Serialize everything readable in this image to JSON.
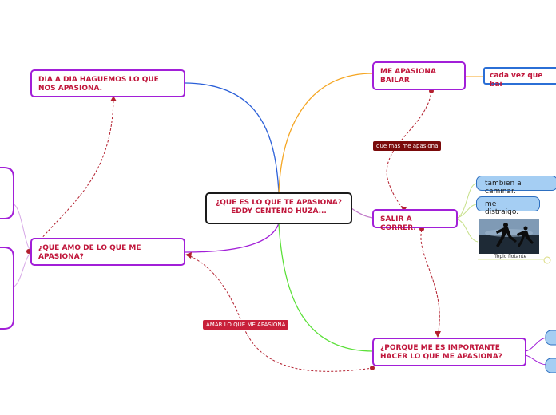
{
  "central": {
    "title": "¿QUE ES LO QUE TE APASIONA? EDDY CENTENO HUZA..."
  },
  "topics": {
    "dia_a_dia": "DIA A DIA HAGUEMOS LO QUE NOS APASIONA.",
    "que_amo": "¿QUE AMO DE LO QUE ME APASIONA?",
    "bailar": "ME APASIONA BAILAR",
    "correr": "SALIR A CORRER.",
    "porque": "¿PORQUE ME ES IMPORTANTE HACER LO QUE ME APASIONA?"
  },
  "subtopics": {
    "cada_vez": "cada vez que bai",
    "caminar": "tambien a caminar.",
    "distraigo": "me distraigo."
  },
  "relationship_labels": {
    "que_mas": "que mas me apasiona",
    "amar": "AMAR LO QUE ME APASIONA"
  },
  "floating_topic": {
    "caption": "Topic flotante"
  },
  "colors": {
    "blue": "#2a5fd8",
    "orange": "#f5a623",
    "green": "#5ce03a",
    "purple": "#a21fd8",
    "dashed_red": "#b3202f",
    "label_dark": "#7a0a0a",
    "label_red": "#c8203a",
    "text_red": "#c0163b"
  }
}
